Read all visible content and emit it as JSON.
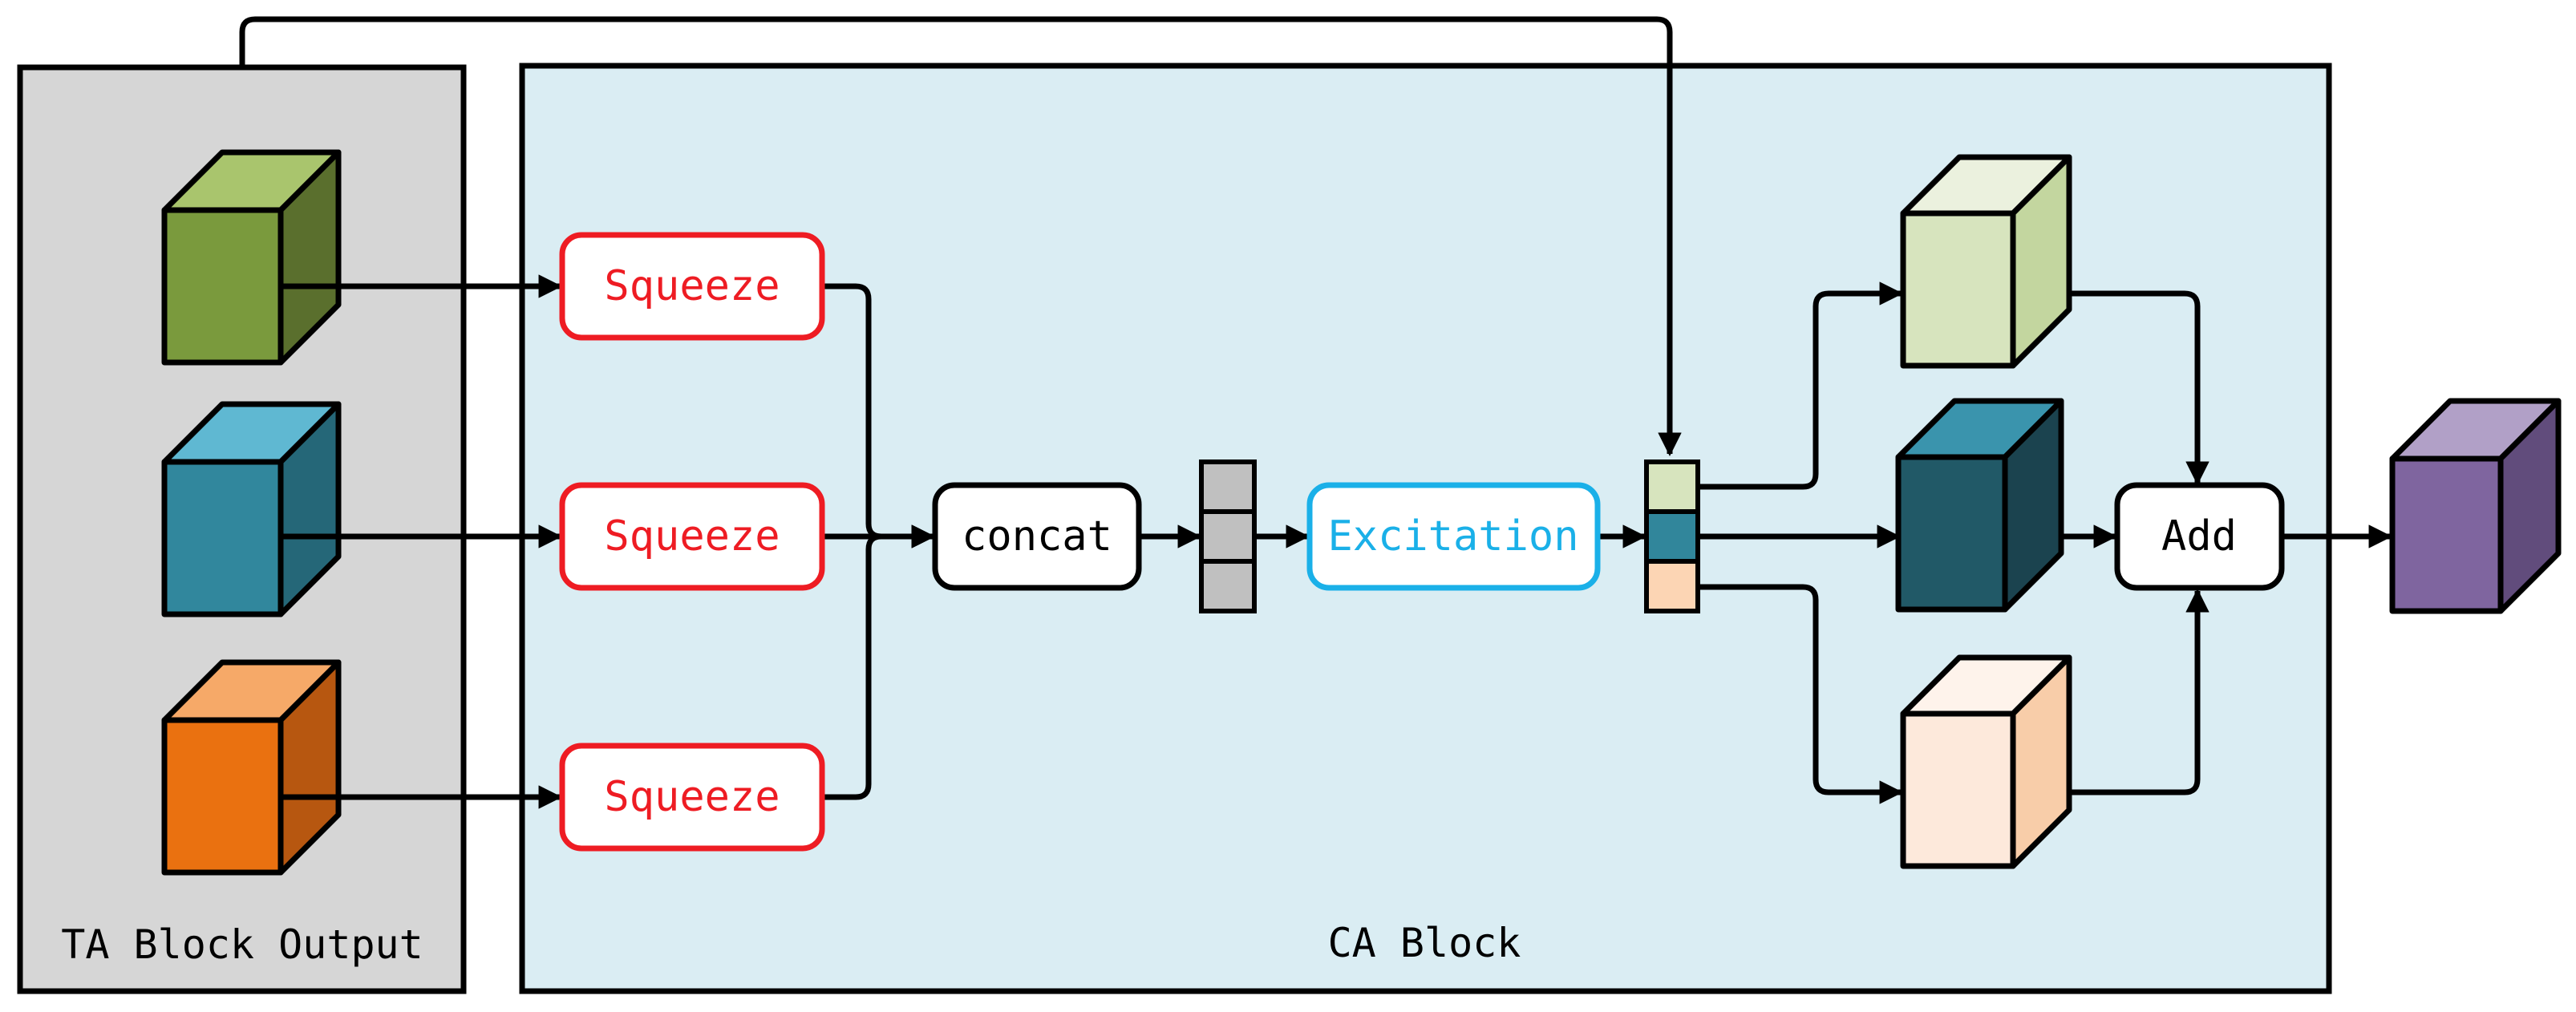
{
  "panels": {
    "ta_block_label": "TA Block Output",
    "ca_block_label": "CA Block"
  },
  "nodes": {
    "squeeze_1": "Squeeze",
    "squeeze_2": "Squeeze",
    "squeeze_3": "Squeeze",
    "concat": "concat",
    "excitation": "Excitation",
    "add": "Add"
  },
  "colors": {
    "ta_panel_fill": "#d6d6d6",
    "ca_panel_fill": "#daedf3",
    "squeeze_color": "#ee1c23",
    "excitation_color": "#1ab0e8",
    "vector_cell_gray": "#c0c0c0",
    "cube_green": [
      "#7a9a3d",
      "#a9c56d",
      "#5a6f2d"
    ],
    "cube_teal": [
      "#31879d",
      "#5fb8d2",
      "#256778"
    ],
    "cube_orange": [
      "#ea7110",
      "#f6a968",
      "#b75710"
    ],
    "cube_light_green": [
      "#d7e4be",
      "#ebf1de",
      "#c3d69f"
    ],
    "cube_dark_teal": [
      "#215967",
      "#3a94ad",
      "#1b434f"
    ],
    "cube_peach": [
      "#fde9db",
      "#fef3eb",
      "#f8cda9"
    ],
    "cube_purple": [
      "#7f659f",
      "#b1a0c7",
      "#614c7c"
    ],
    "weight_green": "#d7e4be",
    "weight_teal": "#31869b",
    "weight_peach": "#fcd5b4"
  },
  "icons": {
    "input_cubes": [
      "green-cube-icon",
      "teal-cube-icon",
      "orange-cube-icon"
    ],
    "scaled_cubes": [
      "light-green-cube-icon",
      "dark-teal-cube-icon",
      "peach-cube-icon"
    ],
    "output_cube": "purple-cube-icon"
  }
}
